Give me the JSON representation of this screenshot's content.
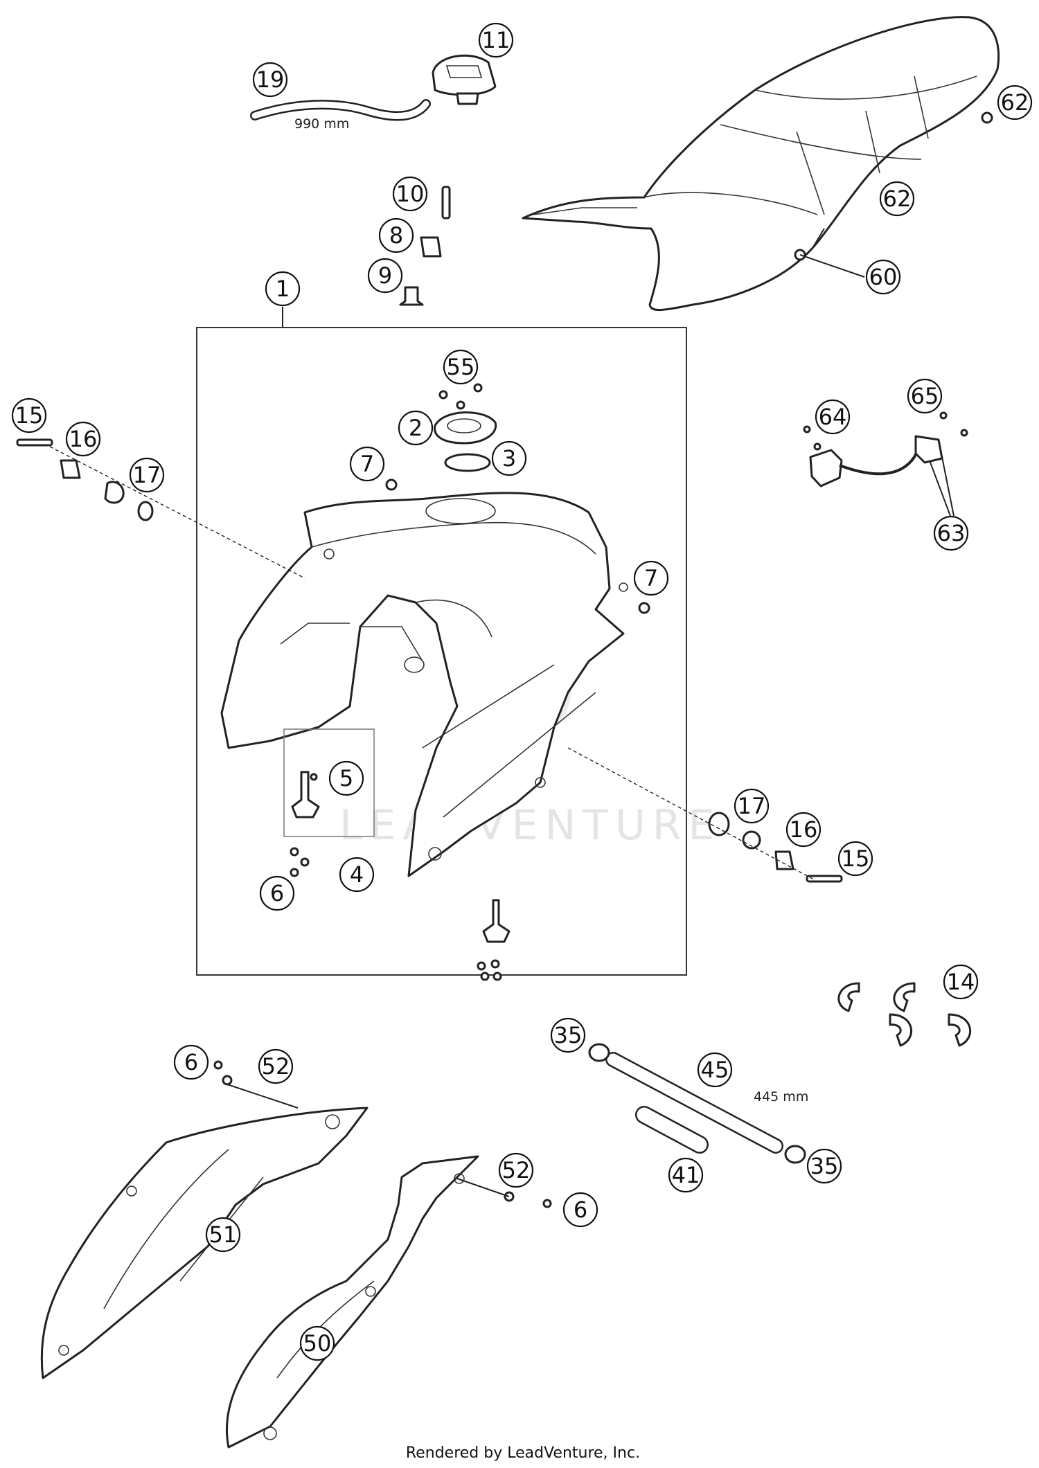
{
  "callouts": [
    {
      "id": "c1",
      "label": "1"
    },
    {
      "id": "c2",
      "label": "2"
    },
    {
      "id": "c3",
      "label": "3"
    },
    {
      "id": "c4",
      "label": "4"
    },
    {
      "id": "c5",
      "label": "5"
    },
    {
      "id": "c6a",
      "label": "6"
    },
    {
      "id": "c6b",
      "label": "6"
    },
    {
      "id": "c6c",
      "label": "6"
    },
    {
      "id": "c7a",
      "label": "7"
    },
    {
      "id": "c7b",
      "label": "7"
    },
    {
      "id": "c8",
      "label": "8"
    },
    {
      "id": "c9",
      "label": "9"
    },
    {
      "id": "c10",
      "label": "10"
    },
    {
      "id": "c11",
      "label": "11"
    },
    {
      "id": "c14",
      "label": "14"
    },
    {
      "id": "c15a",
      "label": "15"
    },
    {
      "id": "c15b",
      "label": "15"
    },
    {
      "id": "c16a",
      "label": "16"
    },
    {
      "id": "c16b",
      "label": "16"
    },
    {
      "id": "c17a",
      "label": "17"
    },
    {
      "id": "c17b",
      "label": "17"
    },
    {
      "id": "c19",
      "label": "19"
    },
    {
      "id": "c35a",
      "label": "35"
    },
    {
      "id": "c35b",
      "label": "35"
    },
    {
      "id": "c41",
      "label": "41"
    },
    {
      "id": "c45",
      "label": "45"
    },
    {
      "id": "c50",
      "label": "50"
    },
    {
      "id": "c51",
      "label": "51"
    },
    {
      "id": "c52a",
      "label": "52"
    },
    {
      "id": "c52b",
      "label": "52"
    },
    {
      "id": "c55",
      "label": "55"
    },
    {
      "id": "c60",
      "label": "60"
    },
    {
      "id": "c62a",
      "label": "62"
    },
    {
      "id": "c62b",
      "label": "62"
    },
    {
      "id": "c63",
      "label": "63"
    },
    {
      "id": "c64",
      "label": "64"
    },
    {
      "id": "c65",
      "label": "65"
    }
  ],
  "dimensions": {
    "hose_19": "990 mm",
    "hose_45": "445 mm"
  },
  "watermark": "LEADVENTURE",
  "footer": "Rendered by LeadVenture, Inc."
}
